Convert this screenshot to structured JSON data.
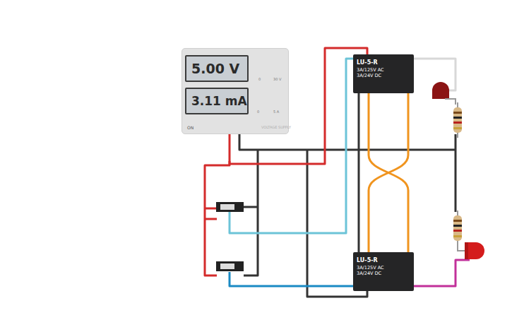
{
  "diagram": {
    "nodes": [
      {
        "text": [
          "VOLTAGE SUPPLY"
        ]
      },
      {
        "text": [
          "5.00 V"
        ],
        "in": 0
      },
      {
        "text": [
          "3.11 mA"
        ],
        "in": 0
      },
      {
        "text": [
          "LU-5-R",
          "3A/125V AC",
          "3A/24V DC"
        ]
      },
      {
        "text": [
          "LU-5-R",
          "3A/125V AC",
          "3A/24V DC"
        ]
      }
    ],
    "edges": [
      {
        "from": 0,
        "to": 3,
        "arrow": "none"
      },
      {
        "from": 3,
        "to": 4,
        "arrow": "none"
      },
      {
        "from": 3,
        "to": 4,
        "arrow": "none"
      }
    ],
    "labels": [
      "ON",
      "0",
      "30 V",
      "0",
      "5 A"
    ]
  }
}
